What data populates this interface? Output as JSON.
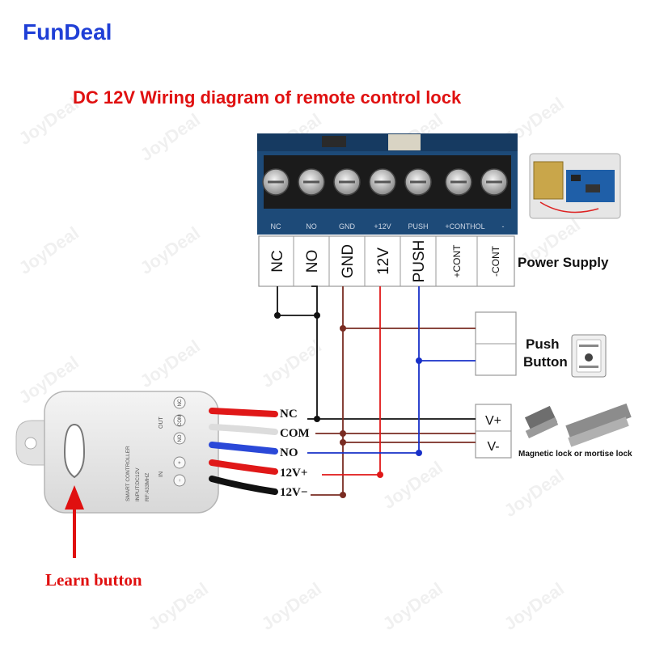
{
  "brand": "FunDeal",
  "title": "DC 12V Wiring diagram of remote control lock",
  "watermark": "JoyDeal",
  "power_supply": {
    "label": "Power Supply",
    "board_silk": [
      "NC",
      "NO",
      "GND",
      "+12V",
      "PUSH",
      "+CONTHOL",
      "-"
    ],
    "terminals": [
      "NC",
      "NO",
      "GND",
      "12V",
      "PUSH",
      "+CONT",
      "-CONT"
    ]
  },
  "push_button": {
    "label_line1": "Push",
    "label_line2": "Button"
  },
  "lock": {
    "terminals": [
      "V+",
      "V-"
    ],
    "label": "Magnetic lock or mortise lock"
  },
  "controller": {
    "wires": [
      "NC",
      "COM",
      "NO",
      "12V+",
      "12V−"
    ],
    "case_lines": [
      "SMART CONTROLLER",
      "INPUT:DC12V",
      "RF:433MHZ"
    ],
    "out_label": "OUT",
    "in_label": "IN",
    "port_labels": [
      "NC",
      "COM",
      "NO",
      "+",
      "−"
    ]
  },
  "learn_button": "Learn button",
  "colors": {
    "brand": "#1f3fd6",
    "title": "#e01010",
    "wire_black": "#111111",
    "wire_brown": "#7a2c22",
    "wire_red": "#e01818",
    "wire_blue": "#1830c8",
    "board": "#1d4a78"
  }
}
